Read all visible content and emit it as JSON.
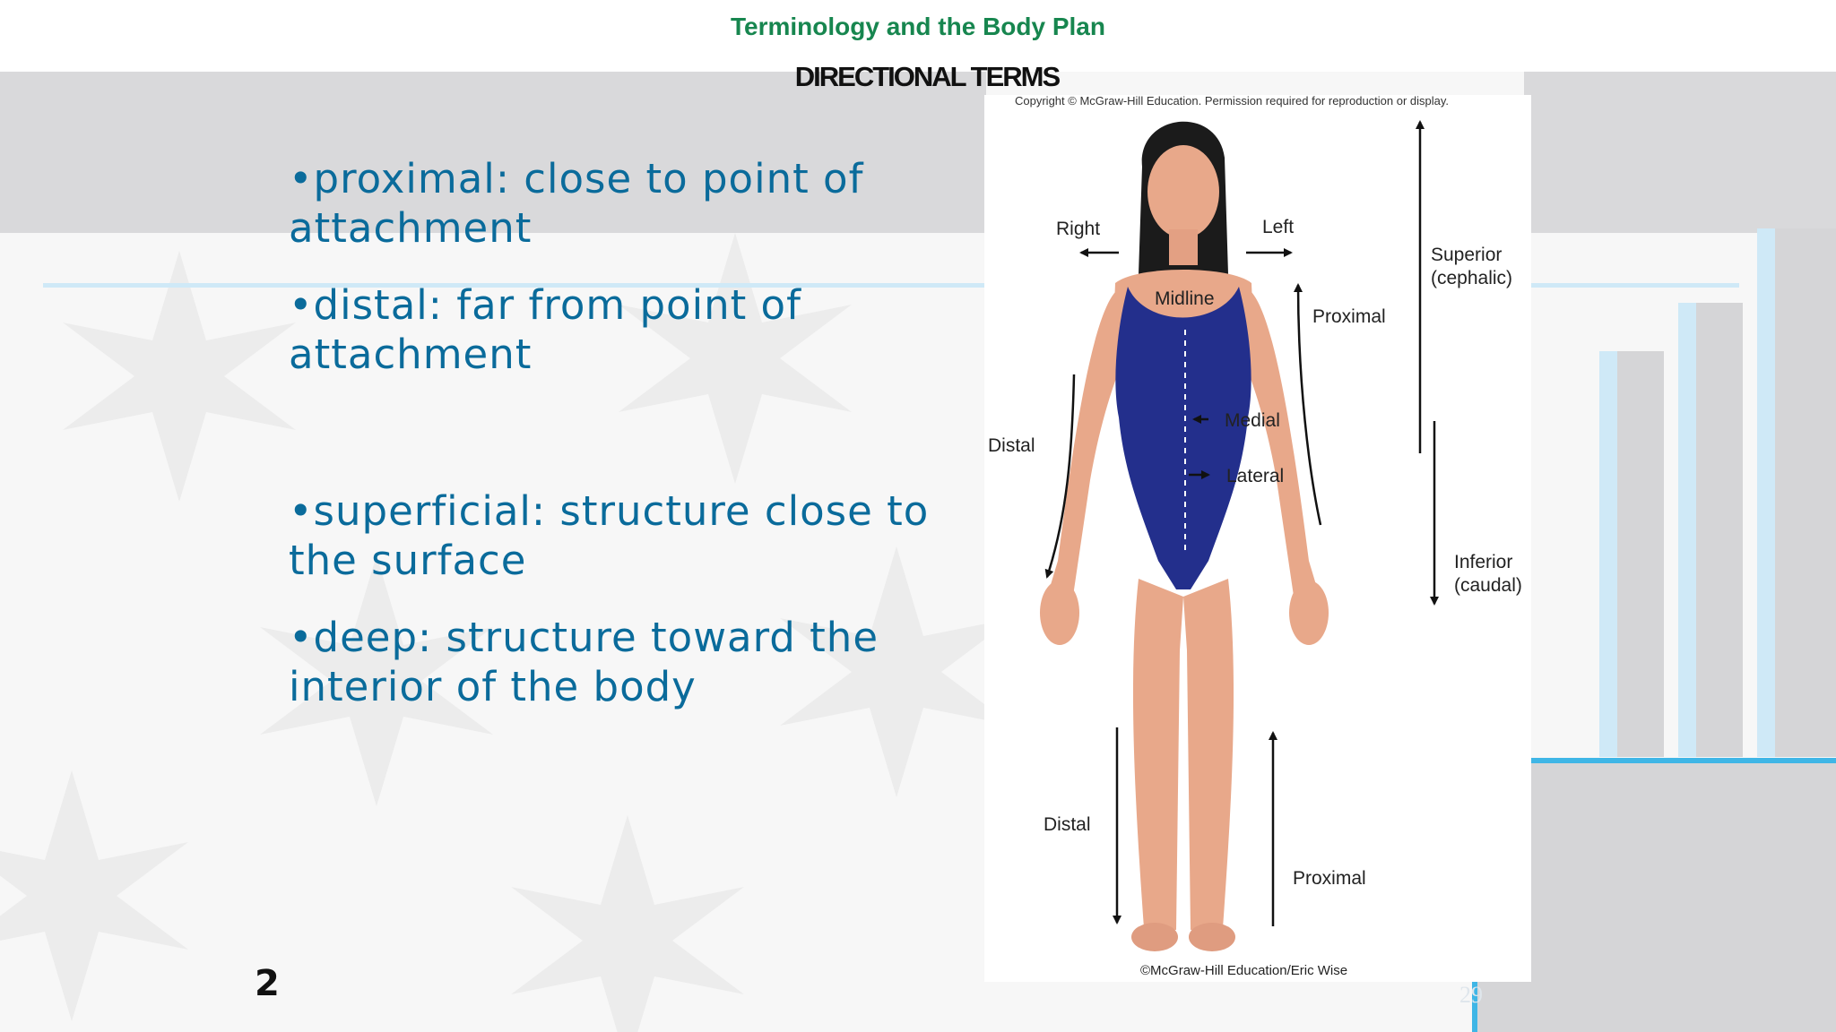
{
  "slide": {
    "subject": "Terminology and the Body Plan",
    "heading": "DIRECTIONAL TERMS",
    "page_number": "2",
    "slide_number": "29"
  },
  "bullets": [
    {
      "term": "proximal",
      "text": "•proximal: close to point of attachment"
    },
    {
      "term": "distal",
      "text": "•distal: far from point of attachment"
    },
    {
      "term": "superficial",
      "text": "•superficial: structure close to the surface"
    },
    {
      "term": "deep",
      "text": "•deep: structure toward the interior of the body"
    }
  ],
  "figure": {
    "copyright": "Copyright © McGraw-Hill Education. Permission required for reproduction or display.",
    "credit": "©McGraw-Hill Education/Eric Wise",
    "labels": {
      "right": "Right",
      "left": "Left",
      "midline": "Midline",
      "proximal_arm": "Proximal",
      "superior_1": "Superior",
      "superior_2": "(cephalic)",
      "medial": "Medial",
      "lateral": "Lateral",
      "distal_arm": "Distal",
      "inferior_1": "Inferior",
      "inferior_2": "(caudal)",
      "distal_leg": "Distal",
      "proximal_leg": "Proximal"
    }
  },
  "colors": {
    "subject": "#17864f",
    "bullet_text": "#0a6b9b",
    "swimsuit": "#232f8c",
    "skin": "#e8a88a",
    "accent_light_blue": "#cfe9f7"
  }
}
